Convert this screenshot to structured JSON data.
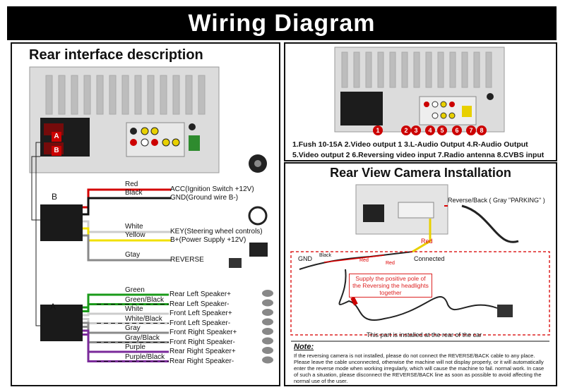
{
  "title": "Wiring Diagram",
  "left_panel": {
    "heading": "Rear interface description",
    "connector_labels": {
      "a_tag": "A",
      "b_tag": "B",
      "b_block": "B",
      "a_block": "A"
    },
    "b_wires": [
      {
        "color_label": "Red",
        "function": "ACC(Ignition Switch +12V)",
        "color": "#d40000"
      },
      {
        "color_label": "Black",
        "function": "GND(Ground wire B-)",
        "color": "#111111"
      },
      {
        "color_label": "White",
        "function": "KEY(Steering wheel controls)",
        "color": "#cccccc"
      },
      {
        "color_label": "Yellow",
        "function": "B+(Power Supply +12V)",
        "color": "#f2e000"
      },
      {
        "color_label": "Gtay",
        "function": "REVERSE",
        "color": "#8a8a8a"
      }
    ],
    "a_wires": [
      {
        "color_label": "Green",
        "function": "Rear Left Speaker+",
        "color": "#1a9a1a"
      },
      {
        "color_label": "Green/Black",
        "function": "Rear Left Speaker-",
        "color": "#1a9a1a"
      },
      {
        "color_label": "White",
        "function": "Front Left Speaker+",
        "color": "#cccccc"
      },
      {
        "color_label": "White/Black",
        "function": "Front Left Speaker-",
        "color": "#cccccc"
      },
      {
        "color_label": "Gray",
        "function": "Front Right Speaker+",
        "color": "#8a8a8a"
      },
      {
        "color_label": "Gray/Black",
        "function": "Front Right Speaker-",
        "color": "#8a8a8a"
      },
      {
        "color_label": "Purple",
        "function": "Rear Right Speaker+",
        "color": "#7a2a9a"
      },
      {
        "color_label": "Purple/Black",
        "function": "Rear Right Speaker-",
        "color": "#7a2a9a"
      }
    ]
  },
  "right_top": {
    "markers": [
      "1",
      "2",
      "3",
      "4",
      "5",
      "6",
      "7",
      "8"
    ],
    "legend_line1": "1.Fush 10-15A  2.Video output 1  3.L-Audio Output  4.R-Audio Output",
    "legend_line2": "5.Video output 2  6.Reversing video input 7.Radio antenna 8.CVBS input"
  },
  "right_bottom": {
    "heading": "Rear View Camera Installation",
    "reverse_label": "Reverse/Back ( Gray \"PARKING\" )",
    "red_label_1": "Red",
    "red_label_2": "Red",
    "red_label_3": "Red",
    "connected_label": "Connected",
    "gnd_label": "GND",
    "black_label": "Black",
    "supply_note": "Supply the positive pole of the Reversing the headlights together",
    "rear_caption": "This part is installed at the rear of the car",
    "note_title": "Note:",
    "note_text": "If the reversing camera is not installed, please do not connect the REVERSE/BACK cable to any place. Please leave the cable unconnected, otherwise the machine will not display properly, or it will automatically enter the reverse mode when working irregularly, which will cause the machine to fail. normal work. In case of such a situation, please disconnect the REVERSE/BACK line as soon as possible to avoid affecting the normal use of the user."
  }
}
